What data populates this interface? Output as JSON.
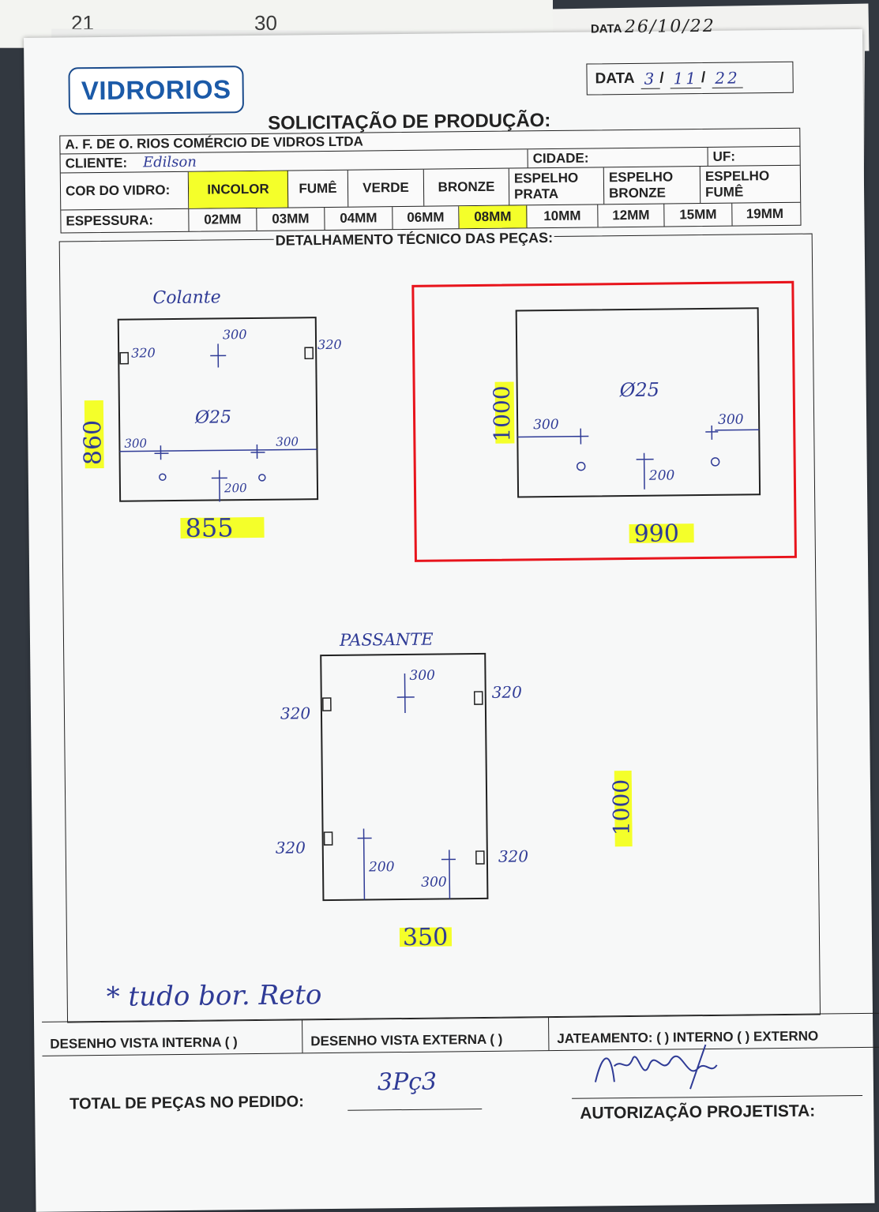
{
  "calendar": {
    "numbers": [
      "21",
      "30"
    ]
  },
  "underlying_sheet": {
    "date_label": "DATA",
    "date_value": "26/10/22"
  },
  "logo_text": "VIDRORIOS",
  "date": {
    "label": "DATA",
    "day": "3",
    "month": "11",
    "year": "22"
  },
  "title": "SOLICITAÇÃO DE PRODUÇÃO:",
  "company": "A. F. DE O. RIOS COMÉRCIO DE VIDROS LTDA",
  "client": {
    "label": "CLIENTE:",
    "value": "Edilson",
    "city_label": "CIDADE:",
    "uf_label": "UF:"
  },
  "glass_color": {
    "label": "COR DO VIDRO:",
    "options": [
      "INCOLOR",
      "FUMÊ",
      "VERDE",
      "BRONZE",
      "ESPELHO PRATA",
      "ESPELHO BRONZE",
      "ESPELHO FUMÊ"
    ],
    "selected": "INCOLOR"
  },
  "thickness": {
    "label": "ESPESSURA:",
    "options": [
      "02MM",
      "03MM",
      "04MM",
      "06MM",
      "08MM",
      "10MM",
      "12MM",
      "15MM",
      "19MM"
    ],
    "selected": "08MM"
  },
  "detail_heading": "DETALHAMENTO TÉCNICO DAS PEÇAS:",
  "pieces": {
    "colante": {
      "title": "Colante",
      "width": "855",
      "height": "860",
      "hole_diameter": "Ø25",
      "marks": [
        "320",
        "300",
        "320",
        "300",
        "300",
        "200"
      ]
    },
    "selected_piece": {
      "width": "990",
      "height": "1000",
      "hole_diameter": "Ø25",
      "marks": [
        "300",
        "300",
        "200"
      ]
    },
    "passante": {
      "title": "PASSANTE",
      "width": "350",
      "height": "1000",
      "marks": [
        "300",
        "320",
        "320",
        "320",
        "320",
        "200",
        "300"
      ]
    }
  },
  "note": "* tudo bor. Reto",
  "footer": {
    "internal_view": "DESENHO VISTA INTERNA ( )",
    "external_view": "DESENHO VISTA EXTERNA ( )",
    "sandblast": "JATEAMENTO: ( ) INTERNO ( ) EXTERNO"
  },
  "total": {
    "label": "TOTAL DE PEÇAS NO PEDIDO:",
    "value": "3Pç3"
  },
  "authorization_label": "AUTORIZAÇÃO PROJETISTA:",
  "colors": {
    "ink": "#2f3b96",
    "highlight": "#f4ff2a",
    "selection": "#e8141c",
    "logo": "#1b5aa8"
  }
}
